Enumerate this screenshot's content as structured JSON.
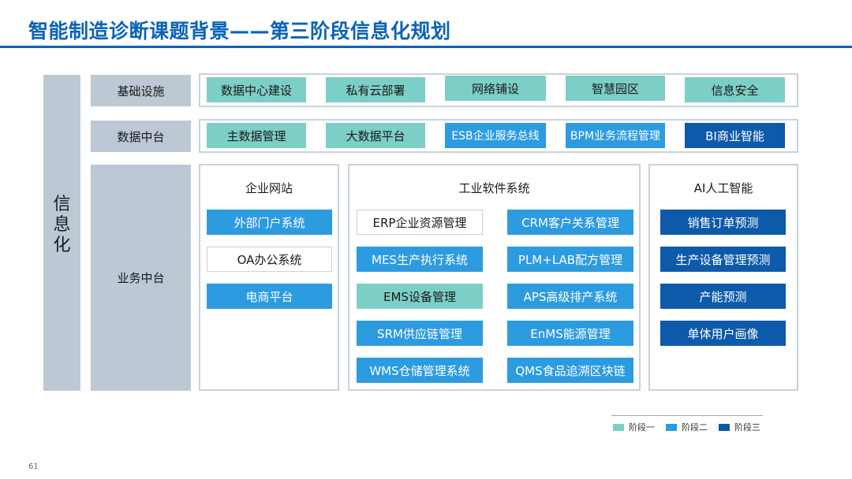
{
  "title": "智能制造诊断课题背景——第三阶段信息化规划",
  "side_label": [
    "信",
    "息",
    "化"
  ],
  "rows": {
    "infra": {
      "label": "基础设施",
      "items": [
        "数据中心建设",
        "私有云部署",
        "网络铺设",
        "智慧园区",
        "信息安全"
      ]
    },
    "data": {
      "label": "数据中台",
      "items": [
        "主数据管理",
        "大数据平台",
        "ESB企业服务总线",
        "BPM业务流程管理",
        "BI商业智能"
      ]
    },
    "business": {
      "label": "业务中台",
      "web": {
        "title": "企业网站",
        "items": [
          "外部门户系统",
          "OA办公系统",
          "电商平台"
        ]
      },
      "industrial": {
        "title": "工业软件系统",
        "left": [
          "ERP企业资源管理",
          "MES生产执行系统",
          "EMS设备管理",
          "SRM供应链管理",
          "WMS仓储管理系统"
        ],
        "right": [
          "CRM客户关系管理",
          "PLM+LAB配方管理",
          "APS高级排产系统",
          "EnMS能源管理",
          "QMS食品追溯区块链"
        ]
      },
      "ai": {
        "title": "AI人工智能",
        "items": [
          "销售订单预测",
          "生产设备管理预测",
          "产能预测",
          "单体用户画像"
        ]
      }
    }
  },
  "legend": [
    "阶段一",
    "阶段二",
    "阶段三"
  ],
  "colors": {
    "stage1": "#7ccfc6",
    "stage2": "#2d9be0",
    "stage3": "#0d5aaa",
    "accent": "#0b63b6"
  },
  "page_number": "61"
}
